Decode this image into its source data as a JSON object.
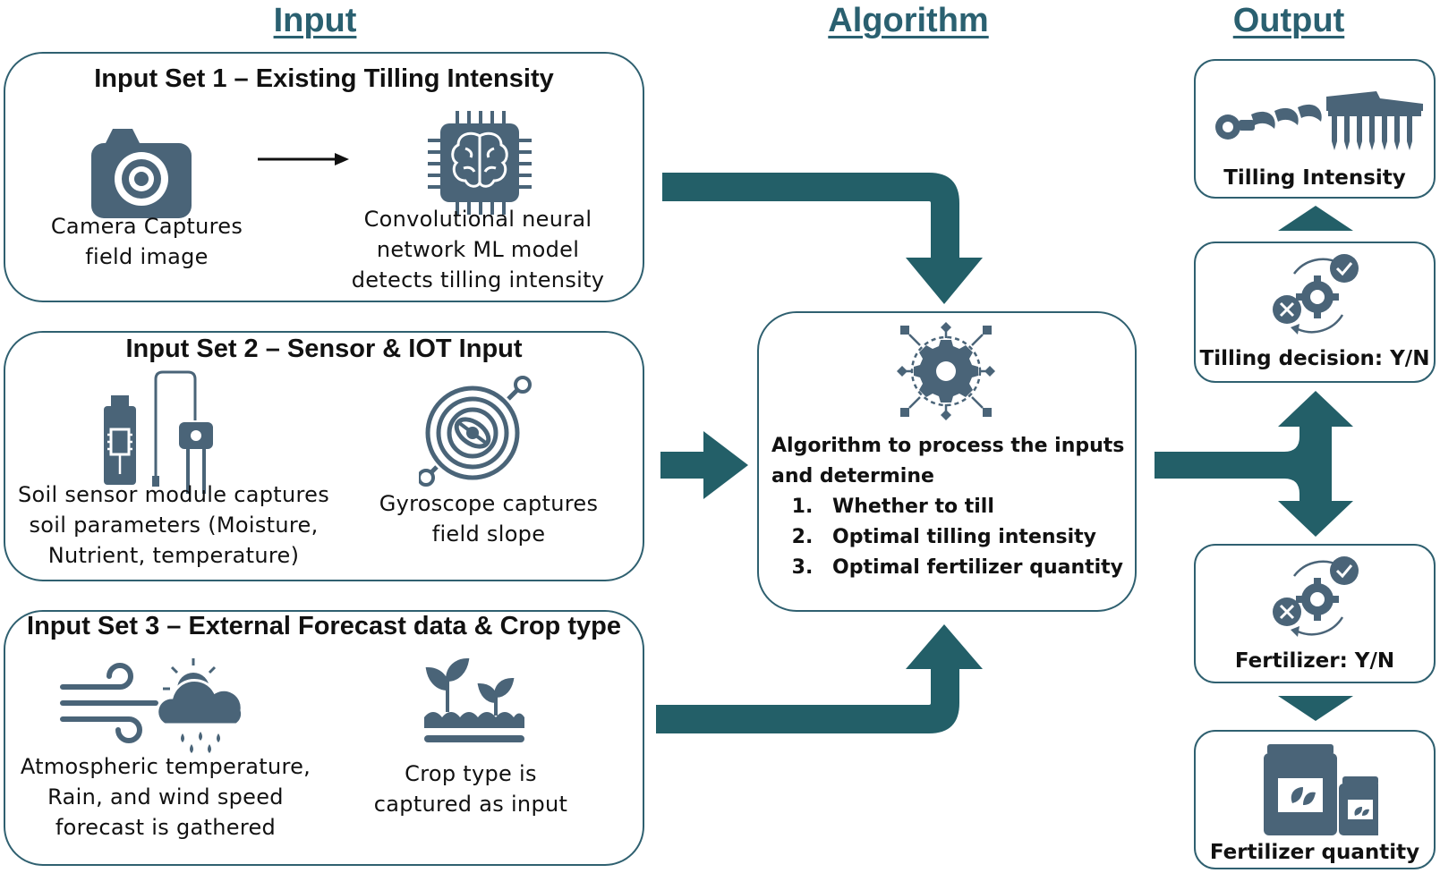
{
  "headings": {
    "input": "Input",
    "algorithm": "Algorithm",
    "output": "Output"
  },
  "colors": {
    "accent": "#2a6070",
    "icon": "#4a6478",
    "arrow": "#235f68"
  },
  "input_set_1": {
    "title": "Input Set 1 – Existing Tilling Intensity",
    "camera_caption": "Camera Captures\nfield image",
    "cnn_caption": "Convolutional neural\nnetwork ML model\ndetects tilling intensity",
    "icons": [
      "camera-icon",
      "arrow-right-icon",
      "brain-chip-icon"
    ]
  },
  "input_set_2": {
    "title": "Input Set 2 – Sensor & IOT Input",
    "soil_caption": "Soil sensor module captures\nsoil parameters (Moisture,\nNutrient, temperature)",
    "gyro_caption": "Gyroscope captures\nfield slope",
    "icons": [
      "soil-sensor-icon",
      "gyroscope-icon"
    ]
  },
  "input_set_3": {
    "title": "Input Set 3 – External Forecast data & Crop type",
    "weather_caption": "Atmospheric temperature,\nRain, and wind speed\nforecast is gathered",
    "crop_caption": "Crop type is\ncaptured as input",
    "icons": [
      "weather-icon",
      "crop-sprout-icon"
    ]
  },
  "algorithm": {
    "intro": "Algorithm to process the inputs\nand determine",
    "steps": [
      "Whether to till",
      "Optimal tilling intensity",
      "Optimal fertilizer quantity"
    ],
    "icon": "gear-network-icon"
  },
  "outputs": [
    {
      "label": "Tilling Intensity",
      "icon": "tillage-equipment-icon"
    },
    {
      "label": "Tilling decision: Y/N",
      "icon": "decision-gears-icon"
    },
    {
      "label": "Fertilizer: Y/N",
      "icon": "decision-gears-icon"
    },
    {
      "label": "Fertilizer quantity",
      "icon": "fertilizer-bags-icon"
    }
  ]
}
